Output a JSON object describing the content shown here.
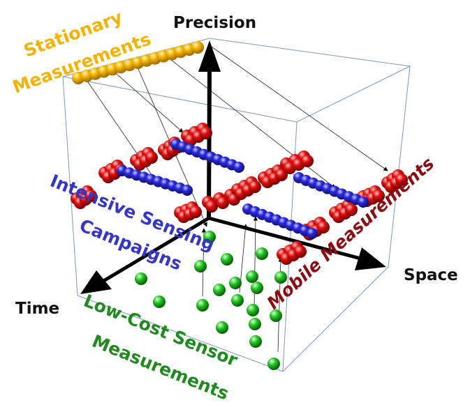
{
  "axes": {
    "precision": "Precision",
    "time": "Time",
    "space": "Space"
  },
  "categories": {
    "stationary": {
      "line1": "Stationary",
      "line2": "Measurements",
      "color": "#f2b400"
    },
    "intensive": {
      "line1": "Intensive Sensing",
      "line2": "Campaigns",
      "color": "#3535c8"
    },
    "mobile": {
      "line1": "Mobile Measurements",
      "color": "#8b0d12"
    },
    "low_cost": {
      "line1": "Low-Cost Sensor",
      "line2": "Measurements",
      "color": "#1f8a1f"
    }
  }
}
